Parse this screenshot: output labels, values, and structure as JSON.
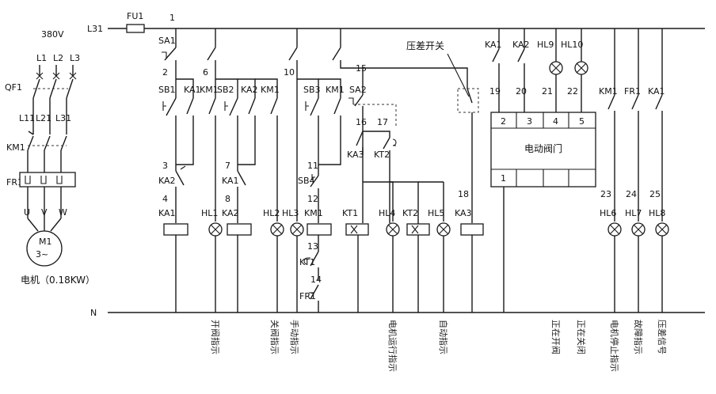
{
  "supply": {
    "line": "L31",
    "fuse": "FU1",
    "neutral": "N",
    "voltage": "380V",
    "phases": [
      "L1",
      "L2",
      "L3"
    ],
    "breaker": "QF1",
    "load_phases": [
      "L11",
      "L21",
      "L31"
    ],
    "contactor": "KM1",
    "overload": "FR1",
    "terminals": [
      "U",
      "V",
      "W"
    ],
    "motor": "M1",
    "motor_sub": "3~",
    "motor_caption": "电机（0.18KW）"
  },
  "node_numbers": [
    "1",
    "2",
    "3",
    "4",
    "6",
    "7",
    "8",
    "10",
    "11",
    "12",
    "13",
    "14",
    "15",
    "16",
    "17",
    "18",
    "19",
    "20",
    "21",
    "22",
    "23",
    "24",
    "25"
  ],
  "contacts": {
    "sa1": "SA1",
    "sb1": "SB1",
    "ka1a": "KA1",
    "km1a": "KM1",
    "sb2": "SB2",
    "ka2a": "KA2",
    "km1b": "KM1",
    "sb3": "SB3",
    "km1c": "KM1",
    "sa2": "SA2",
    "ka2b": "KA2",
    "ka1b": "KA1",
    "sb4": "SB4",
    "km1d": "KM1",
    "kt1c": "KT1",
    "fr1c": "FR1",
    "ka3c": "KA3",
    "kt2c": "KT2",
    "ka1c": "KA1",
    "ka2c": "KA2",
    "hl9": "HL9",
    "hl10": "HL10",
    "km1e": "KM1",
    "fr1d": "FR1",
    "ka1d": "KA1"
  },
  "loads": {
    "ka1": "KA1",
    "hl1": "HL1",
    "ka2": "KA2",
    "hl2": "HL2",
    "hl3": "HL3",
    "kt1": "KT1",
    "hl4": "HL4",
    "kt2": "KT2",
    "hl5": "HL5",
    "ka3": "KA3",
    "hl6": "HL6",
    "hl7": "HL7",
    "hl8": "HL8"
  },
  "pressure_switch": "压差开关",
  "valve": {
    "title": "电动阀门",
    "terminals": [
      "2",
      "3",
      "4",
      "5"
    ],
    "bottom_terminal": "1"
  },
  "captions": [
    "开阀指示",
    "关阀指示",
    "手动指示",
    "电机运行指示",
    "自动指示",
    "正在开阀",
    "正在关闭",
    "电机停止指示",
    "故障指示",
    "压差信号"
  ]
}
